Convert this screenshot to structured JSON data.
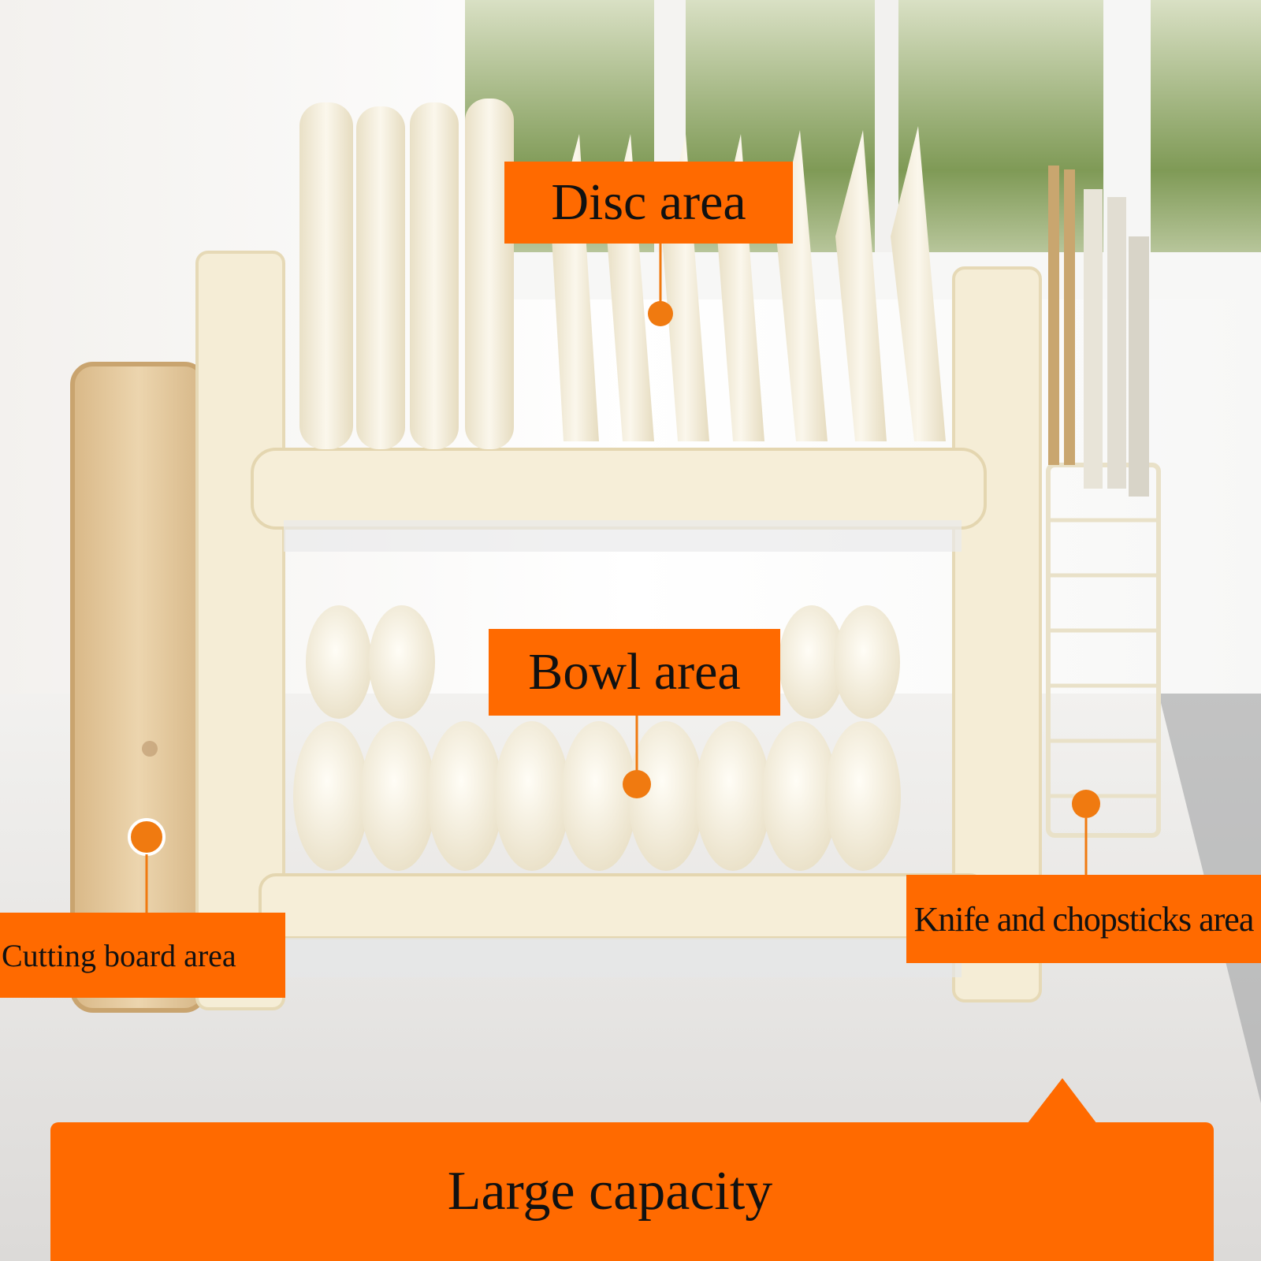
{
  "labels": {
    "disc_area": "Disc area",
    "bowl_area": "Bowl area",
    "cutting_board_area": "Cutting board area",
    "knife_chopsticks_area": "Knife and chopsticks area"
  },
  "banner": {
    "text": "Large capacity"
  },
  "colors": {
    "accent": "#ff6a00",
    "rack": "#f4ecd4",
    "marker": "#f07a10"
  }
}
